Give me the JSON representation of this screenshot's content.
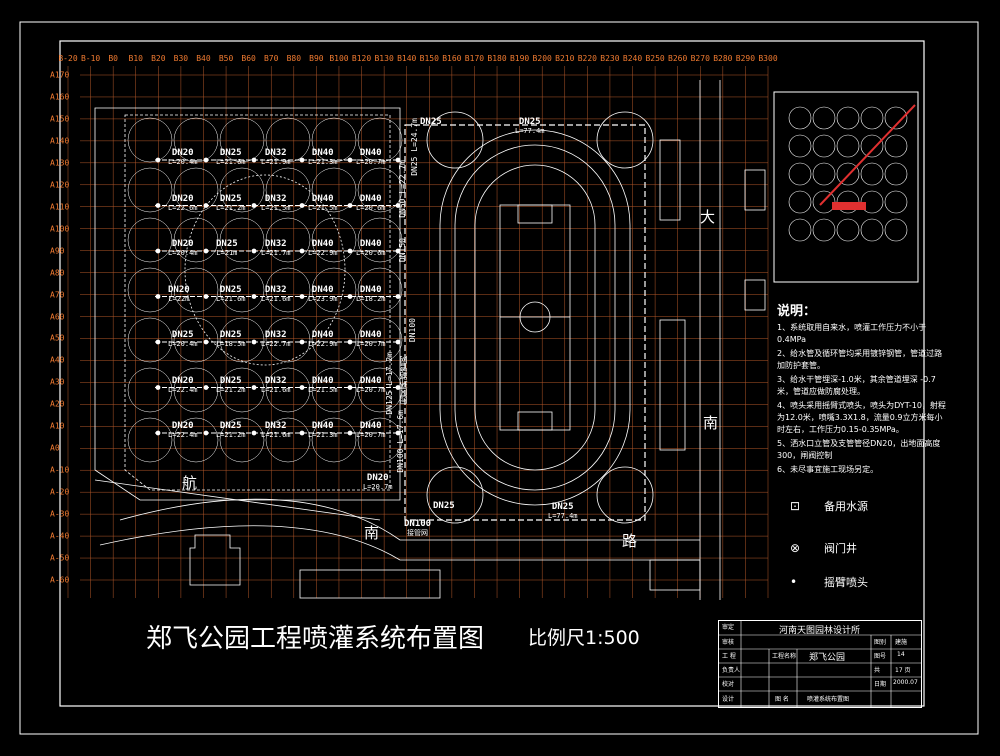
{
  "drawing": {
    "title": "郑飞公园工程喷灌系统布置图",
    "scale": "比例尺1:500"
  },
  "grid": {
    "columns": [
      "B-20",
      "B-10",
      "B0",
      "B10",
      "B20",
      "B30",
      "B40",
      "B50",
      "B60",
      "B70",
      "B80",
      "B90",
      "B100",
      "B120",
      "B130",
      "B140",
      "B150",
      "B160",
      "B170",
      "B180",
      "B190",
      "B200",
      "B210",
      "B220",
      "B230",
      "B240",
      "B250",
      "B260",
      "B270",
      "B280",
      "B290",
      "B300"
    ],
    "rows": [
      "A170",
      "A160",
      "A150",
      "A140",
      "A130",
      "A120",
      "A110",
      "A100",
      "A90",
      "A80",
      "A70",
      "A60",
      "A50",
      "A40",
      "A30",
      "A20",
      "A10",
      "A0",
      "A-10",
      "A-20",
      "A-30",
      "A-40",
      "A-50",
      "A-60"
    ]
  },
  "pipes": [
    {
      "dn": "DN20",
      "len": "L=20.4m"
    },
    {
      "dn": "DN25",
      "len": "L=21.6m"
    },
    {
      "dn": "DN32",
      "len": "L=21.9m"
    },
    {
      "dn": "DN40",
      "len": "L=21.3m"
    },
    {
      "dn": "DN40",
      "len": "L=20.7m"
    },
    {
      "dn": "DN20",
      "len": "L=22.6m"
    },
    {
      "dn": "DN25",
      "len": "L=21.2m"
    },
    {
      "dn": "DN32",
      "len": "L=21.5m"
    },
    {
      "dn": "DN40",
      "len": "L=21.5m"
    },
    {
      "dn": "DN40",
      "len": "L=20.6m"
    },
    {
      "dn": "DN20",
      "len": "L=20.4m"
    },
    {
      "dn": "DN25",
      "len": "L=21m"
    },
    {
      "dn": "DN32",
      "len": "L=21.7m"
    },
    {
      "dn": "DN40",
      "len": "L=22.9m"
    },
    {
      "dn": "DN40",
      "len": "L=20.6m"
    },
    {
      "dn": "DN20",
      "len": "L=22m"
    },
    {
      "dn": "DN25",
      "len": "L=21.6m"
    },
    {
      "dn": "DN32",
      "len": "L=21.6m"
    },
    {
      "dn": "DN40",
      "len": "L=23.9m"
    },
    {
      "dn": "DN40",
      "len": "L=18.2m"
    },
    {
      "dn": "DN25",
      "len": "L=20.4m"
    },
    {
      "dn": "DN25",
      "len": "L=18.5m"
    },
    {
      "dn": "DN32",
      "len": "L=22.7m"
    },
    {
      "dn": "DN40",
      "len": "L=22.9m"
    },
    {
      "dn": "DN40",
      "len": "L=20.7m"
    },
    {
      "dn": "DN20",
      "len": "L=22.4m"
    },
    {
      "dn": "DN25",
      "len": "L=21.2m"
    },
    {
      "dn": "DN32",
      "len": "L=21.6m"
    },
    {
      "dn": "DN40",
      "len": "L=21.5m"
    },
    {
      "dn": "DN40",
      "len": "L=20.7m"
    },
    {
      "dn": "DN20",
      "len": "L=22.4m"
    },
    {
      "dn": "DN25",
      "len": "L=21.2m"
    },
    {
      "dn": "DN32",
      "len": "L=21.6m"
    },
    {
      "dn": "DN40",
      "len": "L=21.3m"
    },
    {
      "dn": "DN40",
      "len": "L=20.7m"
    }
  ],
  "track_pipes": {
    "top_left": "DN25",
    "top": {
      "dn": "DN25",
      "len": "L=77.4m"
    },
    "bottom_left": "DN25",
    "bottom": {
      "dn": "DN25",
      "len": "L=77.4m"
    },
    "small": {
      "dn": "DN20",
      "len": "L=20.7m"
    },
    "main": {
      "dn": "DN100",
      "note": "接管网"
    }
  },
  "vertical_labels": [
    "DN25 L=24.7m",
    "DN50 L=22.7m",
    "DN150",
    "DN100",
    "园区环路管网",
    "DN125 L=17.2m",
    "DN100 L=17.6m"
  ],
  "roads": [
    "航",
    "南",
    "路",
    "大",
    "南"
  ],
  "notes": {
    "heading": "说明：",
    "items": [
      "1、系统取用自来水，喷灌工作压力不小于0.4MPa",
      "2、给水管及循环管均采用镀锌钢管，管道过路加防护套管。",
      "3、给水干管埋深-1.0米，其余管道埋深 -0.7米，管道应做防腐处理。",
      "4、喷头采用摇臂式喷头，喷头为DYT-10，射程为12.0米，喷嘴3.3X1.8，流量0.9立方米每小时左右，工作压力0.15-0.35MPa。",
      "5、洒水口立管及支管管径DN20，出地面高度300，闸阀控制",
      "6、未尽事宜施工现场另定。"
    ]
  },
  "legend": [
    {
      "symbol": "⊡",
      "icon": "spare-water-source-icon",
      "label": "备用水源"
    },
    {
      "symbol": "⊗",
      "icon": "valve-well-icon",
      "label": "阀门井"
    },
    {
      "symbol": "•",
      "icon": "rocker-sprinkler-icon",
      "label": "摇臂喷头"
    }
  ],
  "title_block": {
    "institute": "河南天图园林设计所",
    "project_label": "工程名称",
    "project": "郑飞公园",
    "drawing_name_label": "图 名",
    "drawing_name": "喷灌系统布置图",
    "role_labels": [
      "审定",
      "审核",
      "工 程",
      "负责人",
      "校对",
      "设计"
    ],
    "fields": [
      {
        "label": "图别",
        "value": "建施"
      },
      {
        "label": "图号",
        "value": "14"
      },
      {
        "label": "共",
        "value": "17 页"
      },
      {
        "label": "日期",
        "value": "2000.07"
      }
    ]
  },
  "colors": {
    "background": "#000000",
    "grid": "#b4582a",
    "lines": "#ffffff",
    "axis_labels": "#f07a30"
  }
}
